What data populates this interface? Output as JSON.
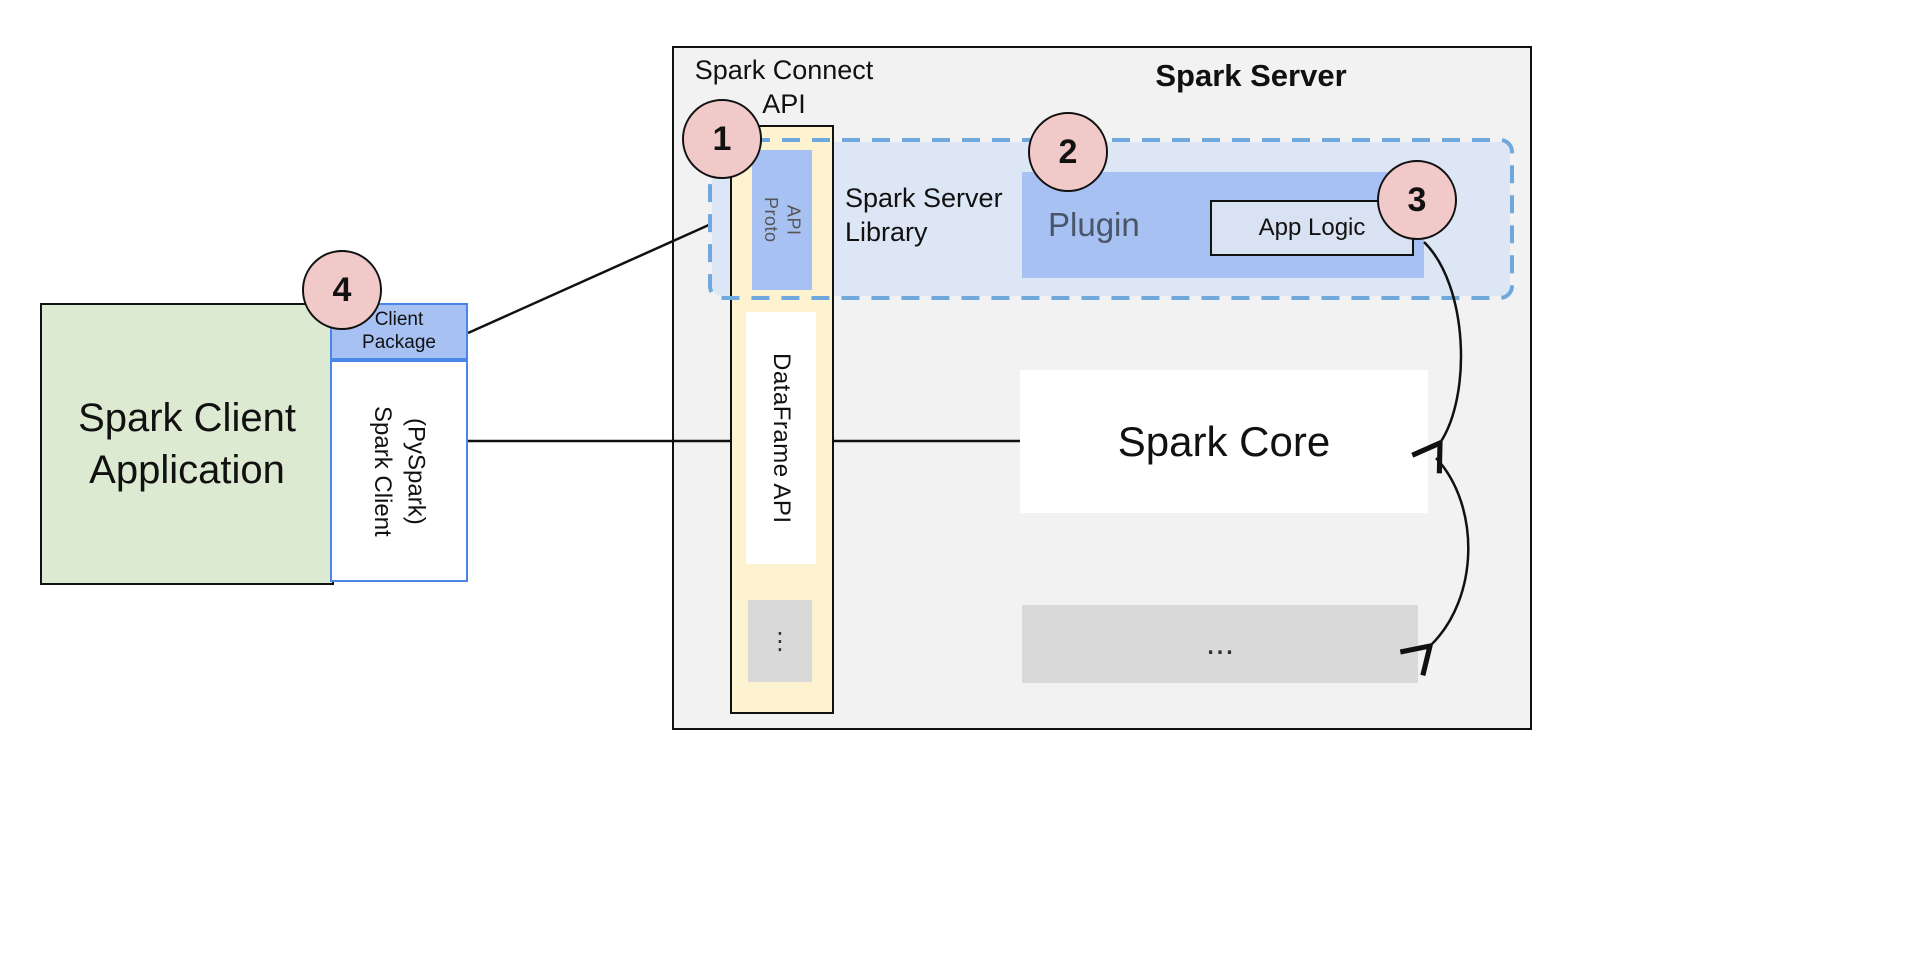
{
  "server": {
    "title": "Spark Server",
    "connect_api_label": "Spark Connect API",
    "proto_api_label": "Proto API",
    "dataframe_api_label": "DataFrame API",
    "column_more": "⋮",
    "library_label": "Spark Server Library",
    "plugin_label": "Plugin",
    "app_logic_label": "App Logic",
    "core_label": "Spark Core",
    "core_more": "..."
  },
  "client": {
    "app_label": "Spark Client Application",
    "package_label": "Client Package",
    "client_label": "Spark Client (PySpark)"
  },
  "badges": {
    "proto_api": "1",
    "plugin": "2",
    "app_logic": "3",
    "client_package": "4"
  },
  "colors": {
    "badge_fill": "#f2c9c9",
    "blue_fill": "#a7c1f2",
    "light_blue_fill": "#dce6f5",
    "app_logic_fill": "#d9e2f3",
    "yellow_fill": "#fdf3d0",
    "green_fill": "#dcead2",
    "gray_fill": "#d9d9d9",
    "server_fill": "#f2f2f2",
    "dashed_border": "#6fa8dc",
    "client_border": "#4a86e8",
    "line": "#111111"
  }
}
